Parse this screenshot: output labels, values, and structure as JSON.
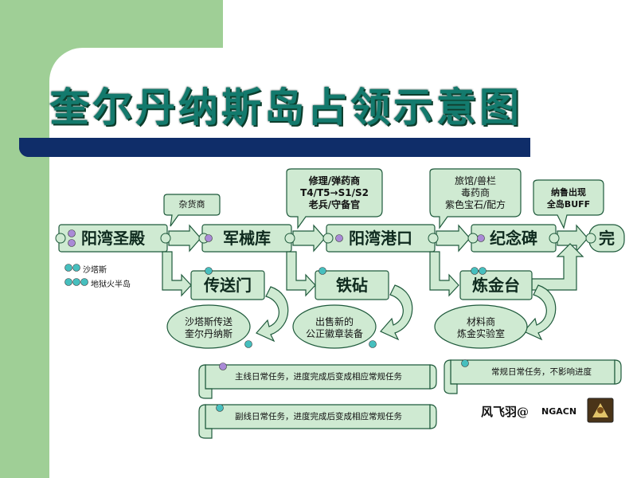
{
  "title": "奎尔丹纳斯岛占领示意图",
  "nodes": {
    "n1": "阳湾圣殿",
    "n2": "军械库",
    "n3": "阳湾港口",
    "n4": "纪念碑",
    "n5": "完"
  },
  "branches": {
    "b1": "传送门",
    "b2": "铁砧",
    "b3": "炼金台"
  },
  "callouts": {
    "c1": "杂货商",
    "c2": "修理/弹药商\nT4/T5→S1/S2\n老兵/守备官",
    "c3": "旅馆/兽栏\n毒药商\n紫色宝石/配方",
    "c4": "纳鲁出现\n全岛BUFF"
  },
  "ellipses": {
    "e1": "沙塔斯传送\n奎尔丹纳斯",
    "e2": "出售新的\n公正徽章装备",
    "e3": "材料商\n炼金实验室"
  },
  "legend": {
    "l1": "沙塔斯",
    "l2": "地狱火半岛"
  },
  "scrolls": {
    "s1": "主线日常任务，进度完成后变成相应常规任务",
    "s2": "副线日常任务，进度完成后变成相应常规任务",
    "s3": "常规日常任务，不影响进度"
  },
  "footer": {
    "signature": "风飞羽@",
    "logo_text": "NGACN"
  },
  "colors": {
    "panel_green": "#9fcf96",
    "box_fill": "#cfead2",
    "title_teal": "#137a6d",
    "navy_bar": "#0f2d69",
    "teal_marker": "#46bfbe",
    "purple_marker": "#a98ad6"
  }
}
